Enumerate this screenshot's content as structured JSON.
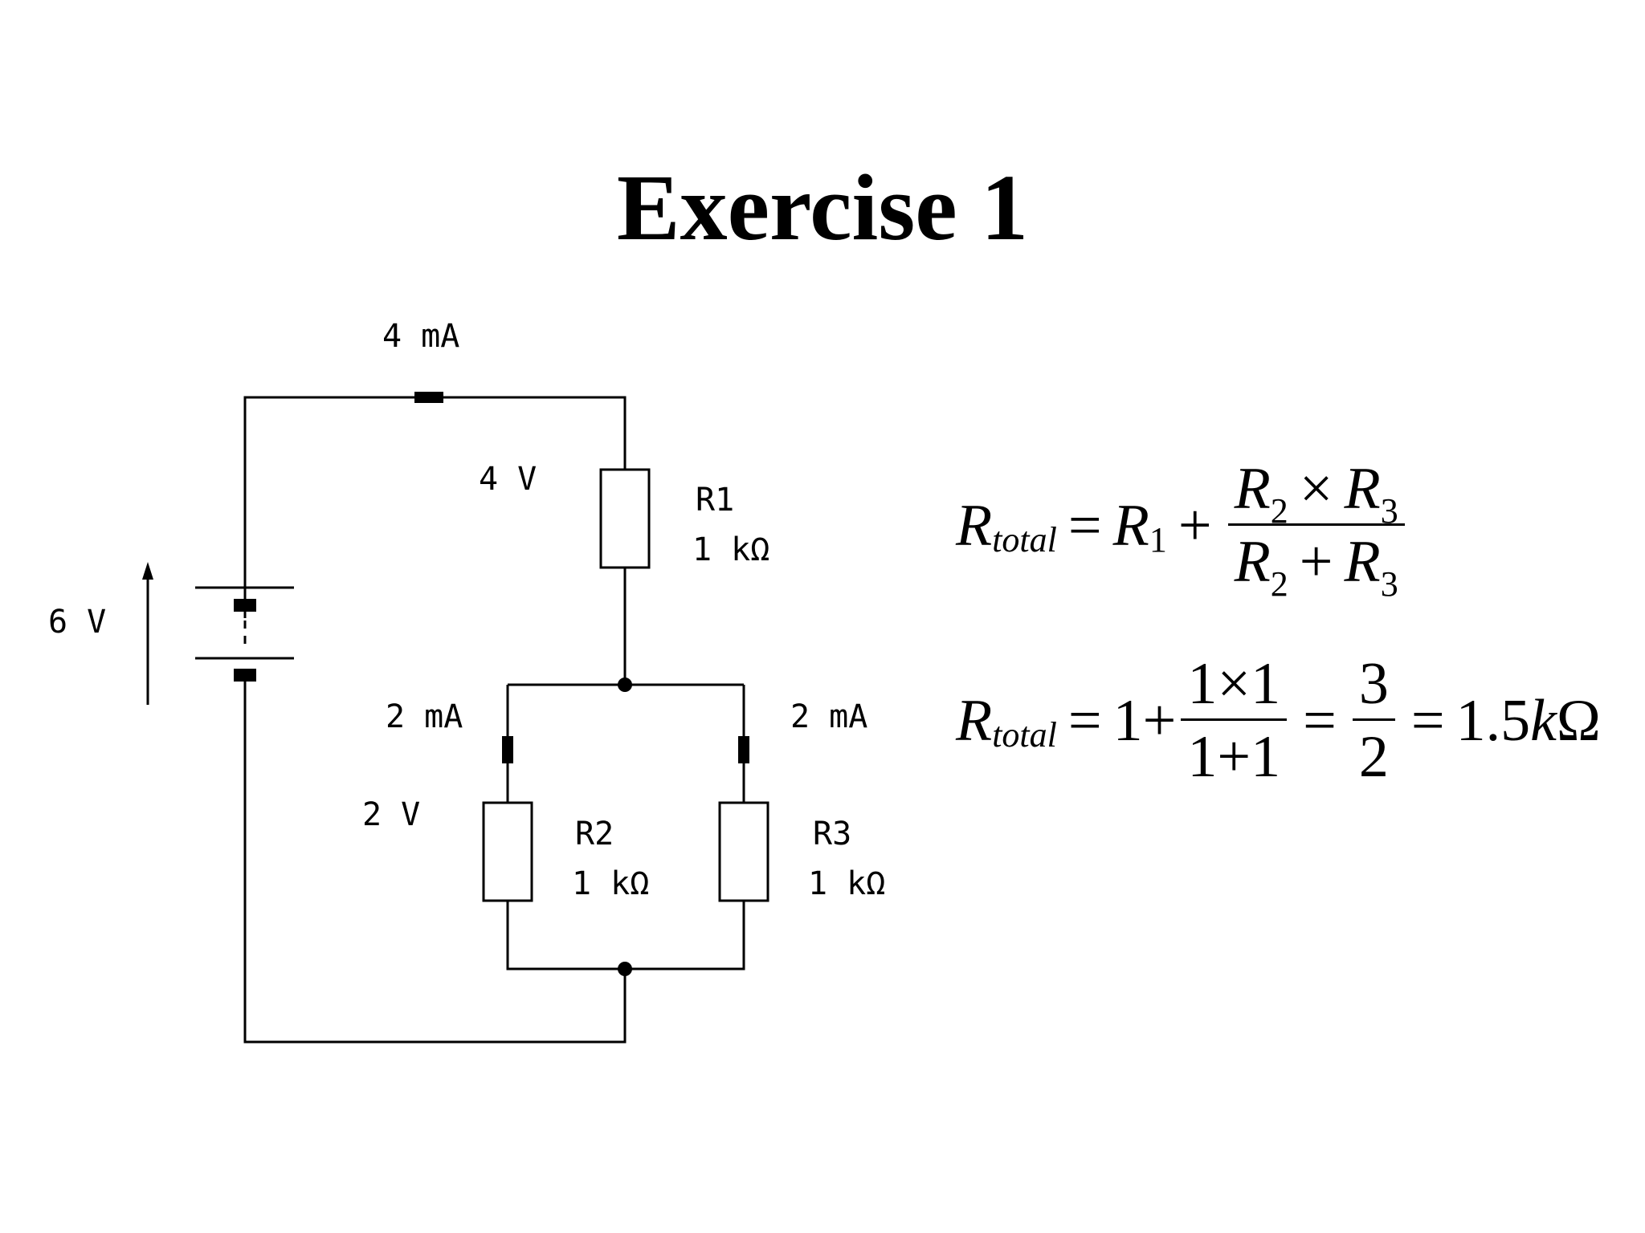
{
  "title": "Exercise 1",
  "circuit": {
    "source_voltage": "6 V",
    "main_current": "4 mA",
    "r1_voltage": "4 V",
    "r1": {
      "name": "R1",
      "value": "1 kΩ"
    },
    "branch_left_current": "2 mA",
    "branch_right_current": "2 mA",
    "parallel_voltage": "2 V",
    "r2": {
      "name": "R2",
      "value": "1 kΩ"
    },
    "r3": {
      "name": "R3",
      "value": "1 kΩ"
    }
  },
  "equations": {
    "eq1": {
      "lhs_symbol": "R",
      "lhs_sub": "total",
      "equals": "=",
      "r1_symbol": "R",
      "r1_sub": "1",
      "plus": "+",
      "num_a": "R",
      "num_a_sub": "2",
      "num_op": "×",
      "num_b": "R",
      "num_b_sub": "3",
      "den_a": "R",
      "den_a_sub": "2",
      "den_op": "+",
      "den_b": "R",
      "den_b_sub": "3"
    },
    "eq2": {
      "lhs_symbol": "R",
      "lhs_sub": "total",
      "equals": "=",
      "lead": "1+",
      "frac1_num": "1×1",
      "frac1_den": "1+1",
      "equals2": "=",
      "frac2_num": "3",
      "frac2_den": "2",
      "equals3": "=",
      "result_value": "1.5",
      "result_unit_k": "k",
      "result_unit_omega": "Ω"
    }
  }
}
